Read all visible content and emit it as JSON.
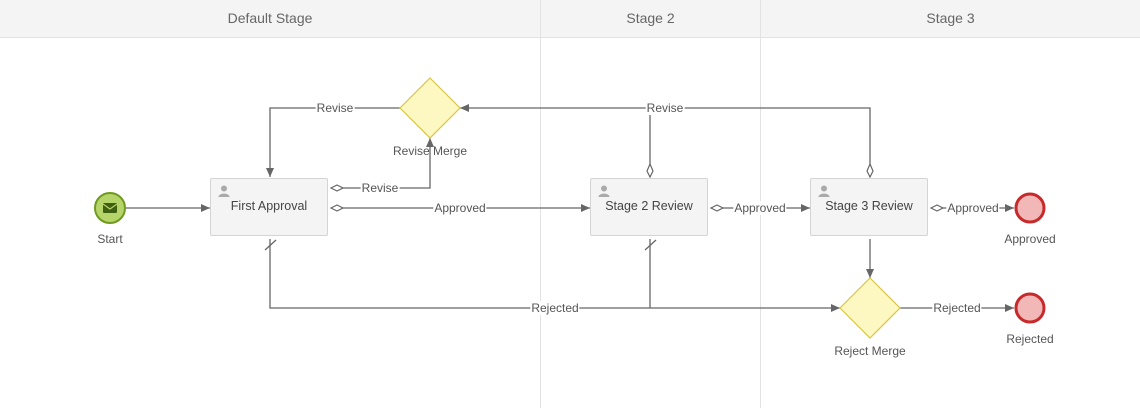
{
  "lanes": [
    "Default Stage",
    "Stage 2",
    "Stage 3"
  ],
  "nodes": {
    "start": "Start",
    "first_approval": "First Approval",
    "stage2_review": "Stage 2 Review",
    "stage3_review": "Stage 3 Review",
    "revise_merge": "Revise Merge",
    "reject_merge": "Reject Merge",
    "approved_end": "Approved",
    "rejected_end": "Rejected"
  },
  "edges": {
    "revise_first": "Revise",
    "revise_from_first": "Revise",
    "revise_stages": "Revise",
    "approved_1": "Approved",
    "approved_2": "Approved",
    "approved_3": "Approved",
    "rejected_main": "Rejected",
    "rejected_end": "Rejected"
  },
  "colors": {
    "start_fill": "#b5d46a",
    "start_stroke": "#6f9a1f",
    "end_fill": "#f2b8b8",
    "end_stroke": "#c62a2a",
    "gateway_fill": "#fdf8c2",
    "gateway_stroke": "#d9c440",
    "line": "#666666"
  }
}
